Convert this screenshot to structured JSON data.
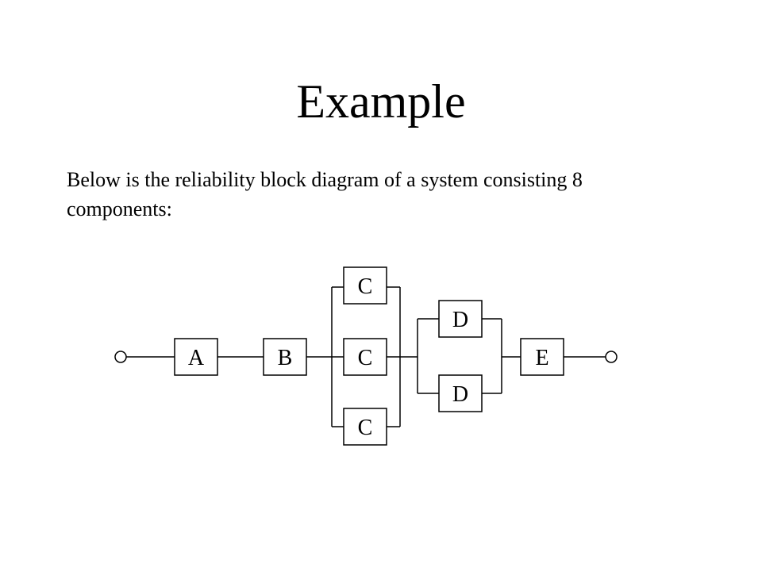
{
  "slide": {
    "title": "Example",
    "intro_lines": [
      "Below is the reliability block diagram of a system consisting 8",
      "components:"
    ]
  },
  "diagram": {
    "blocks": [
      "A",
      "B",
      "C",
      "C",
      "C",
      "D",
      "D",
      "E"
    ]
  }
}
